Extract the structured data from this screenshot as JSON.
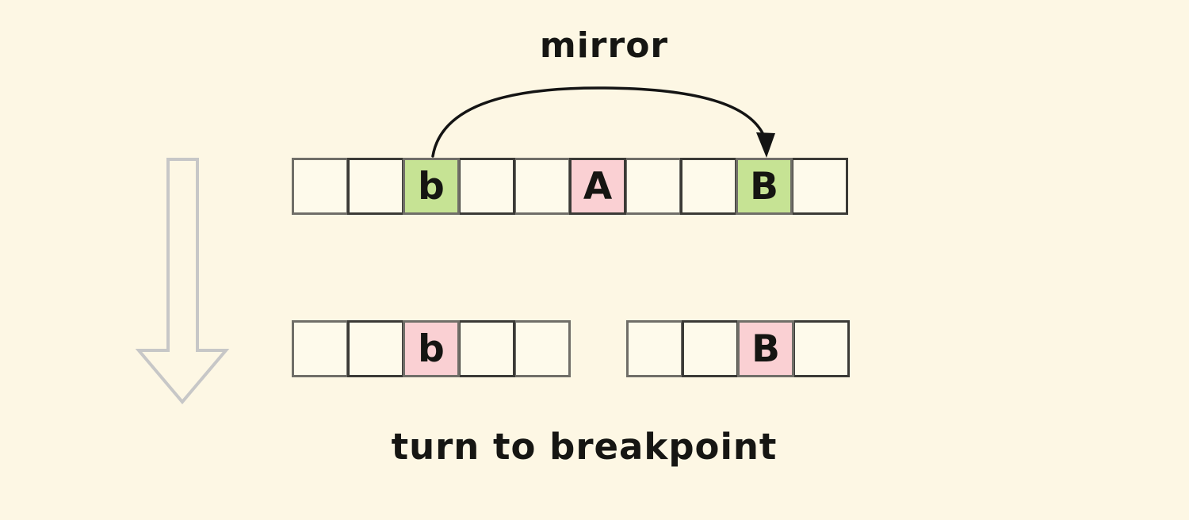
{
  "background": "#fdf7e4",
  "colors": {
    "green": "#c6e394",
    "pink": "#fad0d3",
    "cell_fill": "#fefaeb",
    "border_dark": "#3b3a36",
    "border_light": "#706e68",
    "arrow_black": "#141414",
    "arrow_gray": "#c7c7c7",
    "text": "#161613"
  },
  "labels": {
    "mirror": "mirror",
    "caption": "turn to breakpoint"
  },
  "arrays": {
    "top": {
      "cells": [
        {
          "label": "",
          "highlight": null
        },
        {
          "label": "",
          "highlight": null
        },
        {
          "label": "b",
          "highlight": "green"
        },
        {
          "label": "",
          "highlight": null
        },
        {
          "label": "",
          "highlight": null
        },
        {
          "label": "A",
          "highlight": "pink"
        },
        {
          "label": "",
          "highlight": null
        },
        {
          "label": "",
          "highlight": null
        },
        {
          "label": "B",
          "highlight": "green"
        },
        {
          "label": "",
          "highlight": null
        }
      ]
    },
    "bottom_left": {
      "cells": [
        {
          "label": "",
          "highlight": null
        },
        {
          "label": "",
          "highlight": null
        },
        {
          "label": "b",
          "highlight": "pink"
        },
        {
          "label": "",
          "highlight": null
        },
        {
          "label": "",
          "highlight": null
        }
      ]
    },
    "bottom_right": {
      "cells": [
        {
          "label": "",
          "highlight": null
        },
        {
          "label": "",
          "highlight": null
        },
        {
          "label": "B",
          "highlight": "pink"
        },
        {
          "label": "",
          "highlight": null
        }
      ]
    }
  }
}
